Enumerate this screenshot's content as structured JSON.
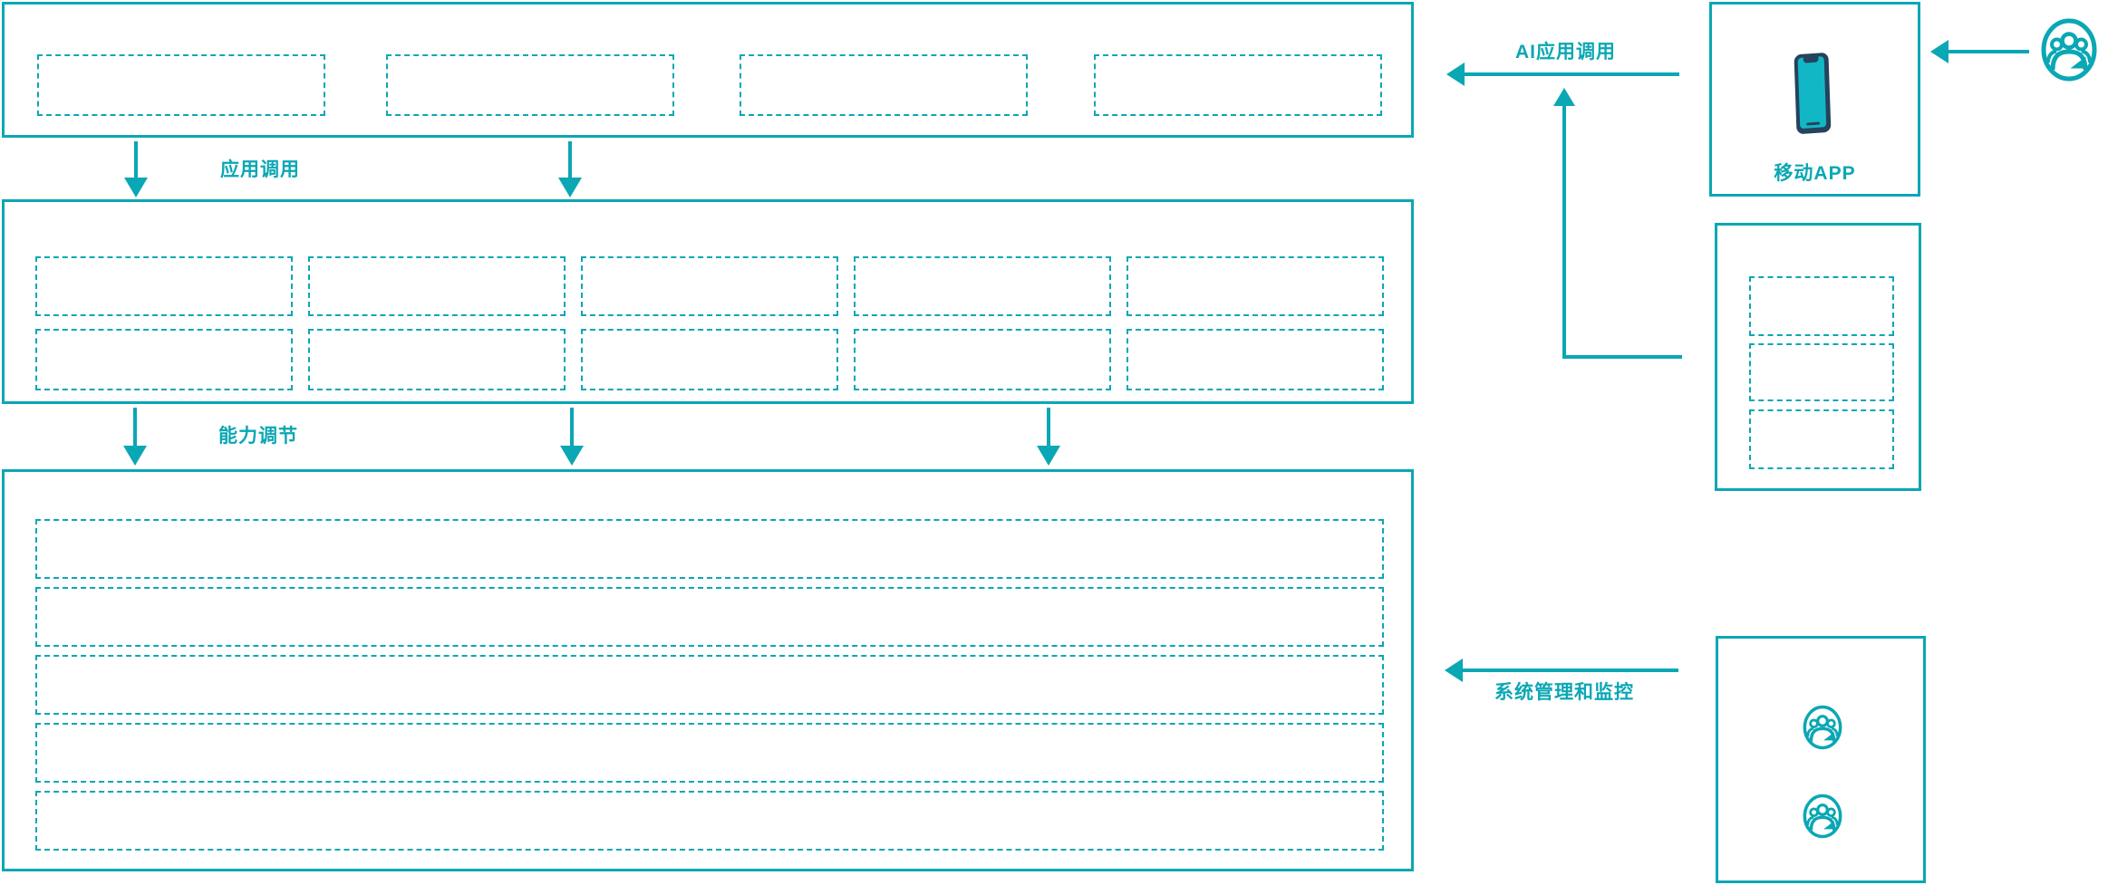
{
  "diagram": {
    "title_hint": "layered application architecture diagram",
    "colors": {
      "teal": "#0aa7b4",
      "phone_screen": "#12b7c6",
      "phone_frame": "#24435c",
      "bg": "#ffffff"
    },
    "annotations": {
      "app_call_label": "应用调用",
      "capability_label": "能力调节",
      "ai_app_call_label": "AI应用调用",
      "mobile_app_label": "移动APP",
      "system_monitor_label": "系统管理和监控"
    },
    "structure": {
      "top_layer_placeholder_boxes": 4,
      "middle_layer_placeholder_rows": 2,
      "middle_layer_placeholder_cols": 5,
      "bottom_layer_placeholder_rows": 5,
      "right_panel_placeholder_boxes": 3,
      "admin_panel_user_icons": 2
    }
  }
}
